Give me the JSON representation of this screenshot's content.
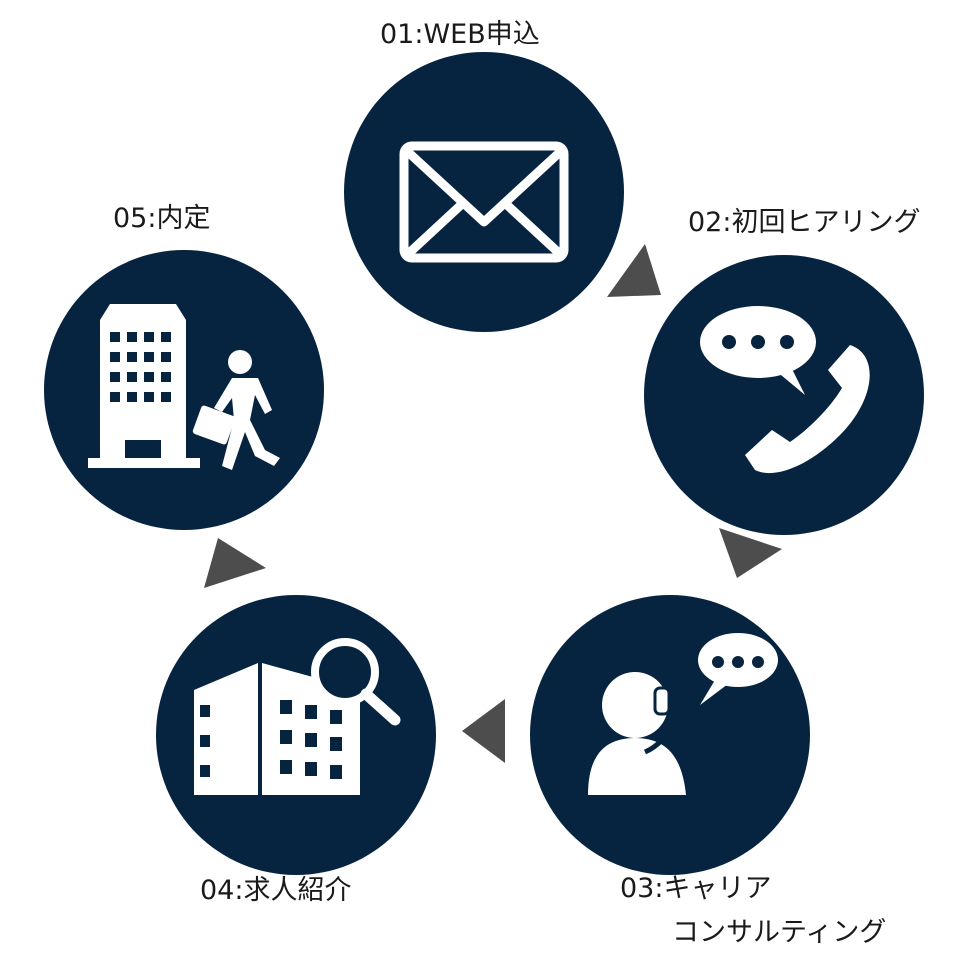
{
  "colors": {
    "circle": "#062440",
    "arrow": "#4d4d4d",
    "icon": "#ffffff"
  },
  "steps": [
    {
      "label": "01:WEB申込",
      "icon": "envelope-icon"
    },
    {
      "label": "02:初回ヒアリング",
      "icon": "phone-chat-icon"
    },
    {
      "label_line1": "03:キャリア",
      "label_line2": "コンサルティング",
      "icon": "operator-headset-icon"
    },
    {
      "label": "04:求人紹介",
      "icon": "building-search-icon"
    },
    {
      "label": "05:内定",
      "icon": "office-walker-icon"
    }
  ]
}
